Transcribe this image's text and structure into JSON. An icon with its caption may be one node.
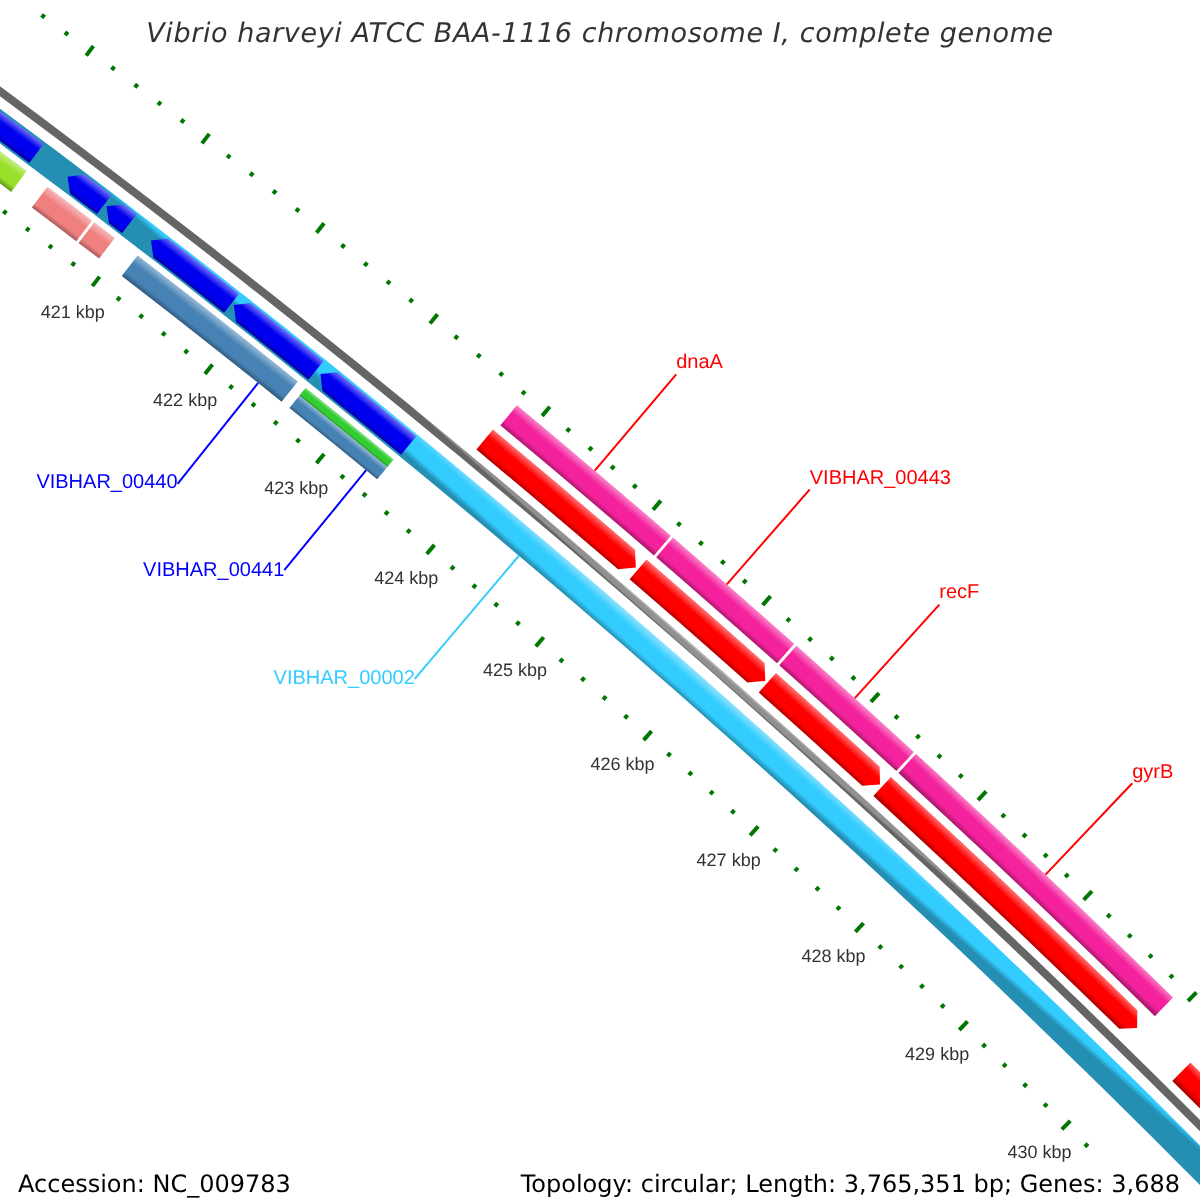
{
  "diagram": {
    "title": "Vibrio harveyi ATCC BAA-1116 chromosome I, complete genome",
    "nodes": [
      {
        "text": [
          "dnaA"
        ]
      },
      {
        "text": [
          "VIBHAR_00440"
        ]
      },
      {
        "text": [
          "VIBHAR_00443"
        ]
      },
      {
        "text": [
          "VIBHAR_00441"
        ]
      },
      {
        "text": [
          "recF"
        ]
      },
      {
        "text": [
          "VIBHAR_00002"
        ]
      },
      {
        "text": [
          "gyrB"
        ]
      },
      {
        "text": [],
        "shape": "bar"
      },
      {
        "text": [],
        "shape": "bar",
        "in": 7
      },
      {
        "text": [],
        "shape": "bar"
      },
      {
        "text": [],
        "shape": "bar"
      },
      {
        "text": [],
        "shape": "bar",
        "in": 7
      },
      {
        "text": [],
        "shape": "bar"
      },
      {
        "text": [],
        "shape": "bar",
        "in": 7
      },
      {
        "text": [],
        "shape": "bar"
      },
      {
        "text": [],
        "shape": "bar",
        "in": 7
      },
      {
        "text": [],
        "shape": "bar",
        "in": 7
      },
      {
        "text": [],
        "shape": "bar"
      },
      {
        "text": [],
        "shape": "bar"
      },
      {
        "text": [],
        "shape": "bar",
        "in": 7
      },
      {
        "text": [],
        "shape": "bar"
      },
      {
        "text": [],
        "shape": "bar"
      },
      {
        "text": [],
        "shape": "bar"
      },
      {
        "text": [],
        "shape": "bar"
      },
      {
        "text": [],
        "shape": "bar"
      },
      {
        "text": [],
        "shape": "bar"
      },
      {
        "text": [],
        "shape": "bar"
      },
      {
        "text": [],
        "shape": "bar"
      },
      {
        "text": [],
        "shape": "bar"
      }
    ],
    "edges": [
      {
        "from": 0,
        "to": 21,
        "arrow": "none"
      },
      {
        "from": 1,
        "to": 14,
        "arrow": "none",
        "color": "#0000ff"
      },
      {
        "from": 2,
        "to": 23,
        "arrow": "none"
      },
      {
        "from": 3,
        "to": 17,
        "arrow": "none",
        "color": "#0000ff"
      },
      {
        "from": 4,
        "to": 25,
        "arrow": "none"
      },
      {
        "from": 5,
        "to": 7,
        "arrow": "none",
        "color": "#33ccff"
      },
      {
        "from": 6,
        "to": 27,
        "arrow": "none"
      }
    ],
    "labels": [
      "421 kbp",
      "422 kbp",
      "423 kbp",
      "424 kbp",
      "425 kbp",
      "426 kbp",
      "427 kbp",
      "428 kbp",
      "429 kbp",
      "430 kbp",
      "Accession: NC_009783",
      "Topology: circular; Length: 3,765,351 bp; Genes: 3,688"
    ]
  }
}
